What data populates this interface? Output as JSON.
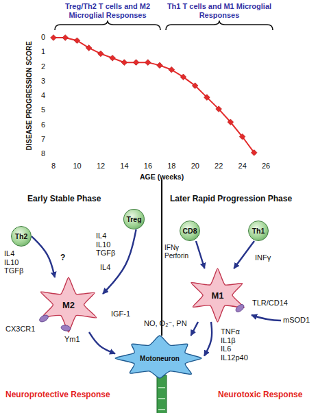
{
  "diagram": {
    "nodes": [
      {
        "text": [
          "Th2"
        ]
      },
      {
        "text": [
          "Treg"
        ]
      },
      {
        "text": [
          "M2"
        ]
      },
      {
        "text": [
          "Motoneuron"
        ]
      },
      {
        "text": [
          "CD8"
        ]
      },
      {
        "text": [
          "Th1"
        ]
      },
      {
        "text": [
          "M1"
        ]
      }
    ],
    "edges": [
      {
        "from": 0,
        "to": 2,
        "arrow": "to"
      },
      {
        "from": 1,
        "to": 2,
        "arrow": "to"
      },
      {
        "from": 2,
        "to": 3,
        "arrow": "to"
      },
      {
        "from": 4,
        "to": 6,
        "arrow": "to"
      },
      {
        "from": 5,
        "to": 6,
        "arrow": "to"
      },
      {
        "from": 6,
        "to": 3,
        "arrow": "to"
      },
      {
        "from": 6,
        "to": 3,
        "arrow": "to"
      }
    ],
    "labels": [
      "Treg/Th2 T cells and M2 Microglial Responses",
      "Th1 T cells and M1 Microglial Responses",
      "DISEASE PROGRESSION SCORE",
      "0",
      "1",
      "2",
      "3",
      "4",
      "5",
      "6",
      "7",
      "8",
      "8",
      "10",
      "12",
      "14",
      "16",
      "18",
      "20",
      "22",
      "24",
      "26",
      "AGE (weeks)",
      "Early Stable Phase",
      "IL4 IL10 TGFβ",
      "?",
      "IL4 IL10 TGFβ",
      "IL4",
      "CX3CR1",
      "Ym1",
      "IGF-1",
      "Neuroprotective Response",
      "Later Rapid Progression Phase",
      "IFNγ Perforin",
      "INFγ",
      "TLR/CD14",
      "mSOD1",
      "NO, O₂⁻, PN",
      "TNFα IL1β IL6 IL12p40",
      "Neurotoxic Response"
    ]
  }
}
